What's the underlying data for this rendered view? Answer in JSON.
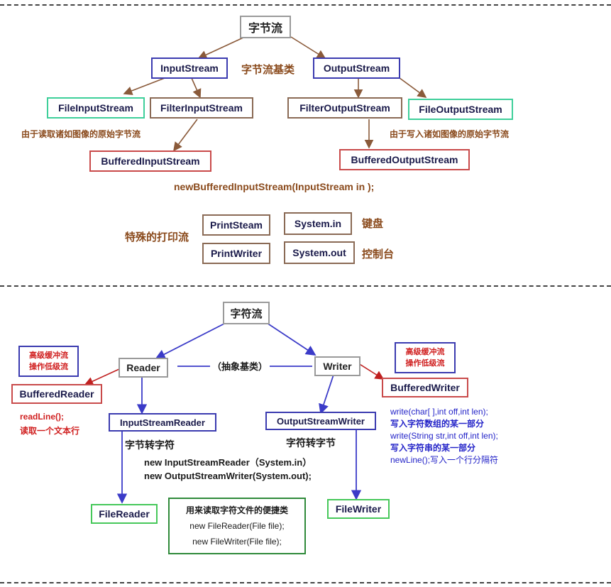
{
  "byte_section": {
    "root": "字节流",
    "base_label": "字节流基类",
    "input_stream": "InputStream",
    "output_stream": "OutputStream",
    "file_input_stream": "FileInputStream",
    "filter_input_stream": "FilterInputStream",
    "filter_output_stream": "FilterOutputStream",
    "file_output_stream": "FileOutputStream",
    "input_note": "由于读取诸如图像的原始字节流",
    "output_note": "由于写入诸如图像的原始字节流",
    "buffered_input_stream": "BufferedInputStream",
    "buffered_output_stream": "BufferedOutputStream",
    "constructor_code": "newBufferedInputStream(InputStream in );",
    "print_label": "特殊的打印流",
    "print_steam": "PrintSteam",
    "print_writer": "PrintWriter",
    "system_in": "System.in",
    "system_out": "System.out",
    "keyboard_label": "键盘",
    "console_label": "控制台"
  },
  "char_section": {
    "root": "字符流",
    "reader": "Reader",
    "writer": "Writer",
    "abstract_label": "（抽象基类）",
    "left_note_line1": "高级缓冲流",
    "left_note_line2": "操作低级流",
    "right_note_line1": "高级缓冲流",
    "right_note_line2": "操作低级流",
    "buffered_reader": "BufferedReader",
    "buffered_writer": "BufferedWriter",
    "readline_line1": "readLine();",
    "readline_line2": "读取一个文本行",
    "input_stream_reader": "InputStreamReader",
    "output_stream_writer": "OutputStreamWriter",
    "byte_to_char": "字节转字符",
    "char_to_byte": "字符转字节",
    "code_line1": "new InputStreamReader（System.in）",
    "code_line2": "new OutputStreamWriter(System.out);",
    "file_reader": "FileReader",
    "file_writer": "FileWriter",
    "convenience_title": "用来读取字符文件的便捷类",
    "convenience_line1": "new FileReader(File file);",
    "convenience_line2": "new FileWriter(File file);",
    "writer_methods": [
      "write(char[ ],int off,int len);",
      "写入字符数组的某一部分",
      "write(String str,int off,int len);",
      "写入字符串的某一部分",
      "newLine();写入一个行分隔符"
    ]
  },
  "colors": {
    "byte_arrow": "#8a5a3a",
    "char_arrow": "#3b3bc8",
    "red_arrow": "#c02020",
    "brown_text": "#8a4a1c",
    "blue_text": "#2323c8",
    "red_text": "#d02020"
  }
}
